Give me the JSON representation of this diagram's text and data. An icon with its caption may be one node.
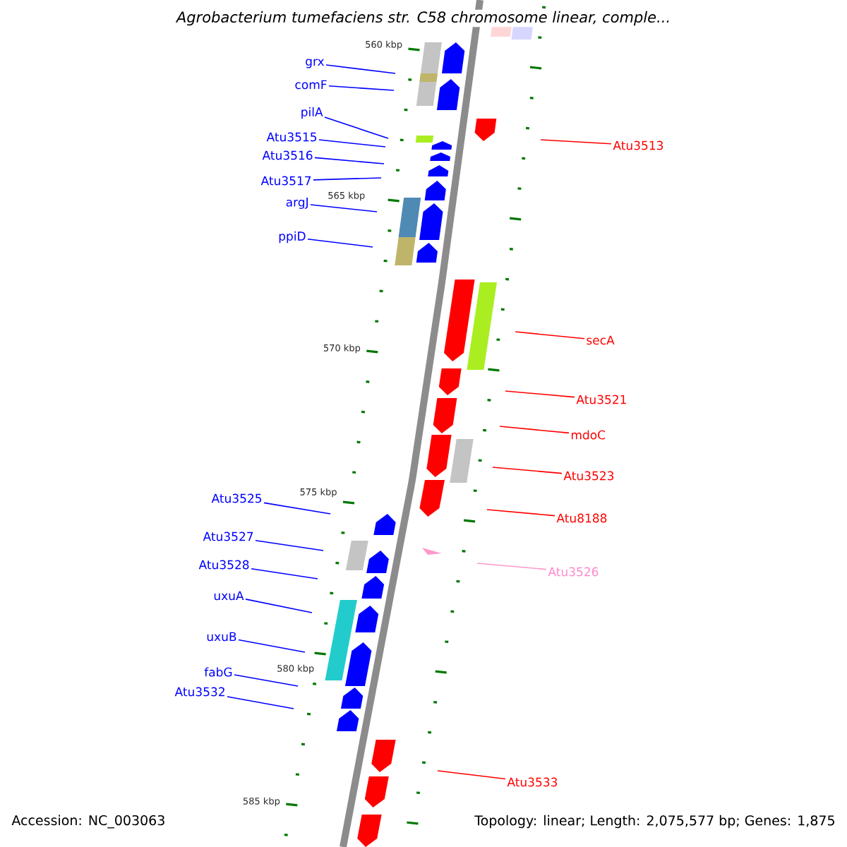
{
  "diagram": {
    "title": "Agrobacterium tumefaciens str. C58 chromosome linear, comple...",
    "nodes": [
      {
        "text": [
          "grx"
        ]
      },
      {
        "text": [],
        "shape": "pentagon"
      },
      {
        "text": [
          "comF"
        ]
      },
      {
        "text": [],
        "shape": "pentagon"
      },
      {
        "text": [
          "pilA"
        ]
      },
      {
        "text": [],
        "shape": "box"
      },
      {
        "text": [
          "Atu3515"
        ]
      },
      {
        "text": [],
        "shape": "pentagon"
      },
      {
        "text": [
          "Atu3516"
        ]
      },
      {
        "text": [],
        "shape": "pentagon"
      },
      {
        "text": [
          "Atu3517"
        ]
      },
      {
        "text": [],
        "shape": "pentagon"
      },
      {
        "text": [
          "argJ"
        ]
      },
      {
        "text": [],
        "shape": "pentagon"
      },
      {
        "text": [
          "ppiD"
        ]
      },
      {
        "text": [],
        "shape": "pentagon"
      },
      {
        "text": [
          "Atu3525"
        ]
      },
      {
        "text": [],
        "shape": "pentagon"
      },
      {
        "text": [
          "Atu3527"
        ]
      },
      {
        "text": [],
        "shape": "pentagon"
      },
      {
        "text": [
          "Atu3528"
        ]
      },
      {
        "text": [],
        "shape": "pentagon"
      },
      {
        "text": [
          "uxuA"
        ]
      },
      {
        "text": [],
        "shape": "pentagon"
      },
      {
        "text": [
          "uxuB"
        ]
      },
      {
        "text": [],
        "shape": "pentagon"
      },
      {
        "text": [
          "fabG"
        ]
      },
      {
        "text": [],
        "shape": "pentagon"
      },
      {
        "text": [
          "Atu3532"
        ]
      },
      {
        "text": [],
        "shape": "pentagon"
      },
      {
        "text": [
          "Atu3513"
        ]
      },
      {
        "text": [],
        "shape": "pentagon"
      },
      {
        "text": [
          "secA"
        ]
      },
      {
        "text": [],
        "shape": "pentagon"
      },
      {
        "text": [
          "Atu3521"
        ]
      },
      {
        "text": [],
        "shape": "pentagon"
      },
      {
        "text": [
          "mdoC"
        ]
      },
      {
        "text": [],
        "shape": "pentagon"
      },
      {
        "text": [
          "Atu3523"
        ]
      },
      {
        "text": [],
        "shape": "pentagon"
      },
      {
        "text": [
          "Atu8188"
        ]
      },
      {
        "text": [],
        "shape": "pentagon"
      },
      {
        "text": [
          "Atu3526"
        ]
      },
      {
        "text": [],
        "shape": "triangle"
      },
      {
        "text": [
          "Atu3533"
        ]
      },
      {
        "text": [],
        "shape": "pentagon"
      },
      {
        "text": [],
        "shape": "pentagon"
      },
      {
        "text": [],
        "shape": "pentagon"
      },
      {
        "text": [],
        "shape": "pentagon"
      }
    ],
    "edges": [
      {
        "from": 0,
        "to": null,
        "arrow": "none"
      },
      {
        "from": 2,
        "to": null,
        "arrow": "none"
      },
      {
        "from": 4,
        "to": null,
        "arrow": "none"
      },
      {
        "from": 6,
        "to": null,
        "arrow": "none"
      },
      {
        "from": 8,
        "to": null,
        "arrow": "none"
      },
      {
        "from": 10,
        "to": null,
        "arrow": "none"
      },
      {
        "from": 12,
        "to": null,
        "arrow": "none"
      },
      {
        "from": 14,
        "to": null,
        "arrow": "none"
      },
      {
        "from": 16,
        "to": null,
        "arrow": "none"
      },
      {
        "from": 18,
        "to": null,
        "arrow": "none"
      },
      {
        "from": 20,
        "to": null,
        "arrow": "none"
      },
      {
        "from": 22,
        "to": null,
        "arrow": "none"
      },
      {
        "from": 24,
        "to": null,
        "arrow": "none"
      },
      {
        "from": 26,
        "to": null,
        "arrow": "none"
      },
      {
        "from": 28,
        "to": null,
        "arrow": "none"
      },
      {
        "from": 30,
        "to": null,
        "arrow": "none",
        "color": "#ff0000"
      },
      {
        "from": 32,
        "to": null,
        "arrow": "none",
        "color": "#ff0000"
      },
      {
        "from": 34,
        "to": null,
        "arrow": "none",
        "color": "#ff0000"
      },
      {
        "from": 36,
        "to": null,
        "arrow": "none",
        "color": "#ff0000"
      },
      {
        "from": 38,
        "to": null,
        "arrow": "none",
        "color": "#ff0000"
      },
      {
        "from": 40,
        "to": null,
        "arrow": "none",
        "color": "#ff0000"
      },
      {
        "from": 42,
        "to": null,
        "arrow": "none",
        "color": "#ff99cc"
      },
      {
        "from": 44,
        "to": null,
        "arrow": "none",
        "color": "#ff0000"
      }
    ],
    "labels": [
      "560 kbp",
      "565 kbp",
      "570 kbp",
      "575 kbp",
      "580 kbp",
      "585 kbp",
      "Accession: NC_003063",
      "Topology: linear; Length: 2,075,577 bp; Genes: 1,875"
    ]
  }
}
